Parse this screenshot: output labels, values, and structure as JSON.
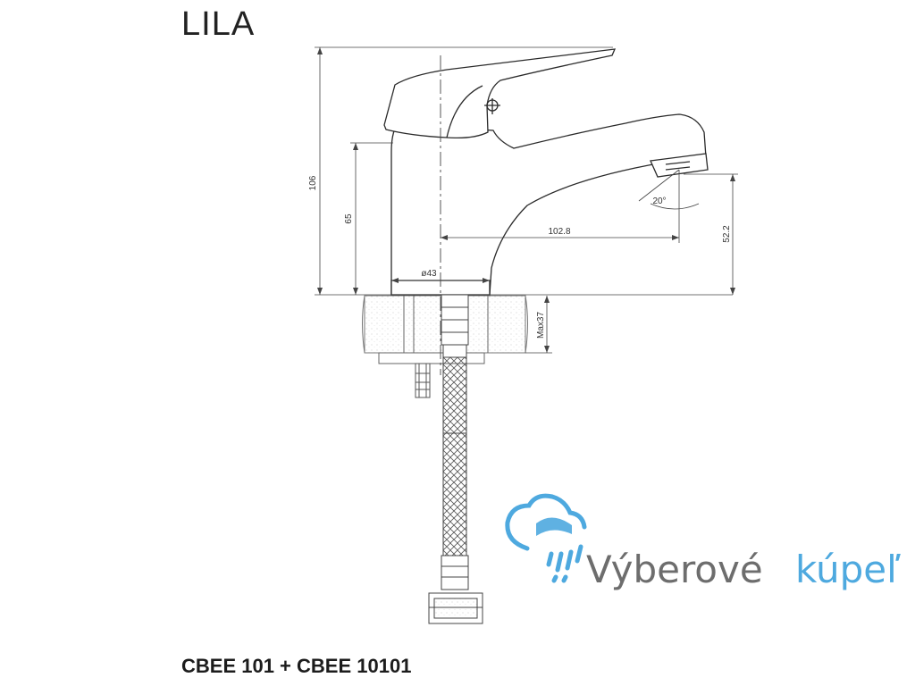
{
  "title": "LILA",
  "product_code": "CBEE 101 + CBEE 10101",
  "dimensions": {
    "height_total": "106",
    "height_body": "65",
    "spout_reach": "102.8",
    "spout_height": "52.2",
    "base_diameter": "ø43",
    "max_thickness": "Max37",
    "spray_angle": "20°"
  },
  "watermark": {
    "part1": "Výberové",
    "part2": "kúpeľ",
    "color1": "#6d6d6d",
    "color2": "#4ea9df"
  },
  "colors": {
    "line": "#2a2a2a",
    "dim": "#444444",
    "logo": "#4ea9df"
  }
}
